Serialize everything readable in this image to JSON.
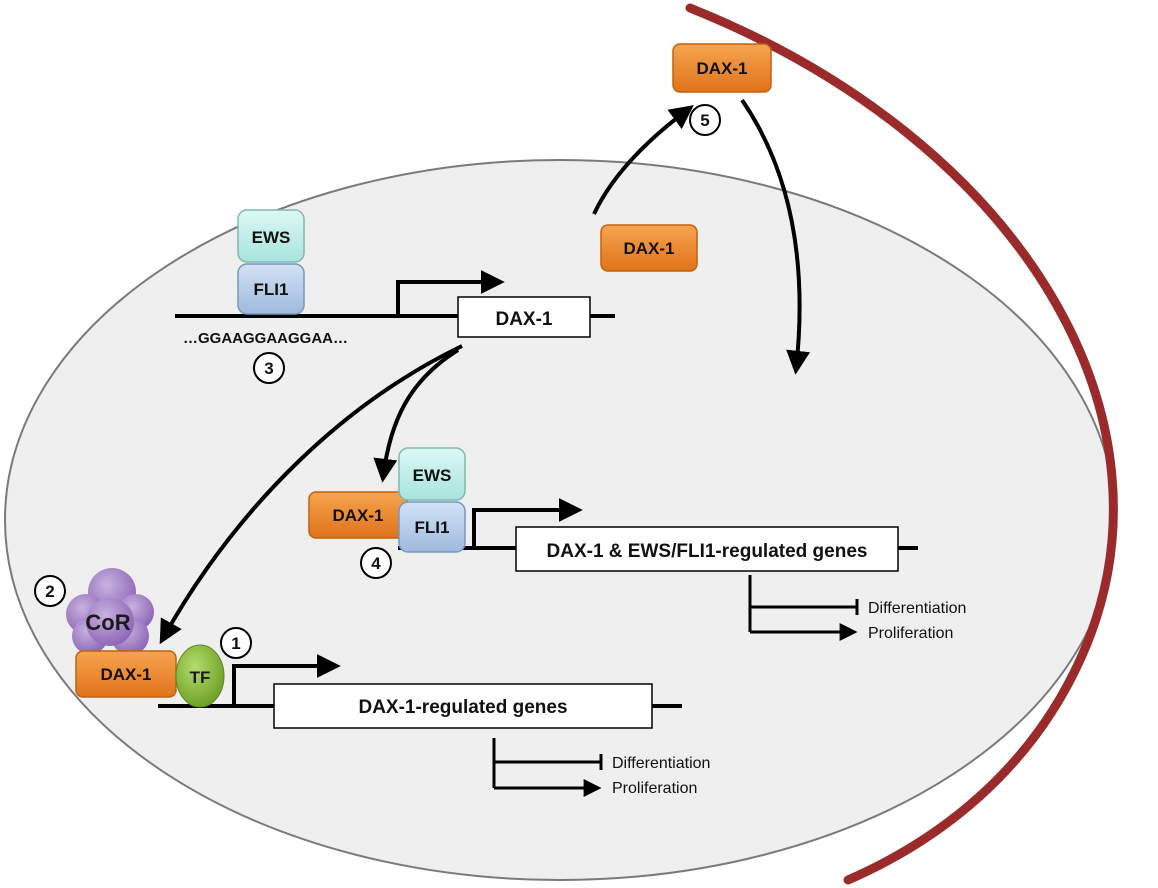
{
  "labels": {
    "dax1": "DAX-1",
    "ews": "EWS",
    "fli1": "FLI1",
    "cor": "CoR",
    "tf": "TF",
    "sequence": "…GGAAGGAAGGAA…",
    "gene_top": "DAX-1",
    "gene_mid": "DAX-1 & EWS/FLI1-regulated genes",
    "gene_bottom": "DAX-1-regulated genes",
    "differentiation": "Differentiation",
    "proliferation": "Proliferation"
  },
  "steps": [
    "1",
    "2",
    "3",
    "4",
    "5"
  ],
  "colors": {
    "membrane": "#9b2a2a",
    "nucleus_fill": "#efefef",
    "nucleus_stroke": "#7a7a7a",
    "dax1": "#e8821e",
    "ews": "#bfeee8",
    "fli1": "#b7cde8",
    "cor": "#9b7ac0",
    "tf": "#8bbf3a"
  }
}
